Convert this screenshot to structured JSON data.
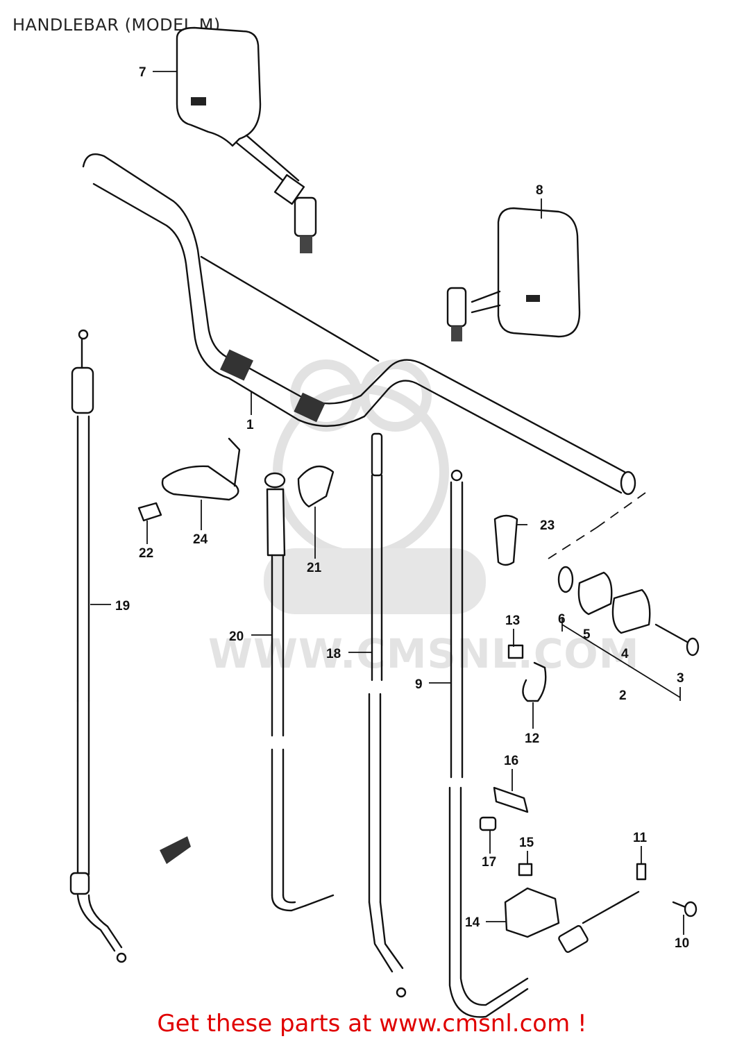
{
  "title": "HANDLEBAR (MODEL M)",
  "watermark": "WWW.CMSNL.COM",
  "footer": "Get these parts at www.cmsnl.com !",
  "callouts": {
    "c1": "1",
    "c2": "2",
    "c3": "3",
    "c4": "4",
    "c5": "5",
    "c6": "6",
    "c7": "7",
    "c8": "8",
    "c9": "9",
    "c10": "10",
    "c11": "11",
    "c12": "12",
    "c13": "13",
    "c14": "14",
    "c15": "15",
    "c16": "16",
    "c17": "17",
    "c18": "18",
    "c19": "19",
    "c20": "20",
    "c21": "21",
    "c22": "22",
    "c23": "23",
    "c24": "24"
  },
  "colors": {
    "line": "#111111",
    "footer": "#e00000",
    "watermark": "#e3e3e3"
  }
}
